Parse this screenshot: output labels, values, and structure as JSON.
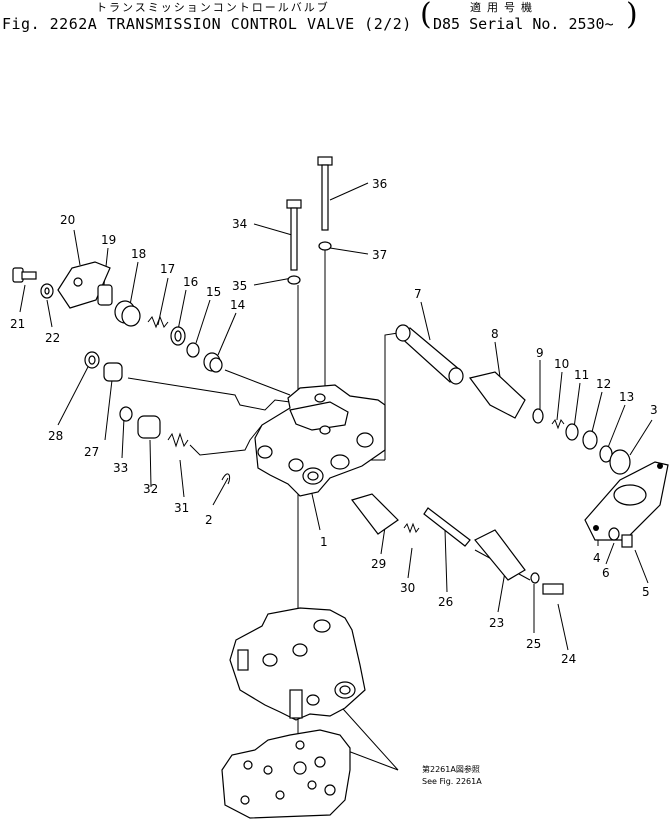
{
  "header": {
    "title_jp": "トランスミッションコントロールバルブ",
    "title": "Fig. 2262A TRANSMISSION CONTROL VALVE (2/2)",
    "serial_jp": "適用号機",
    "serial": "D85 Serial No. 2530~"
  },
  "callouts": [
    {
      "id": "1",
      "label": "1"
    },
    {
      "id": "2",
      "label": "2"
    },
    {
      "id": "3",
      "label": "3"
    },
    {
      "id": "4",
      "label": "4"
    },
    {
      "id": "5",
      "label": "5"
    },
    {
      "id": "6",
      "label": "6"
    },
    {
      "id": "7",
      "label": "7"
    },
    {
      "id": "8",
      "label": "8"
    },
    {
      "id": "9",
      "label": "9"
    },
    {
      "id": "10",
      "label": "10"
    },
    {
      "id": "11",
      "label": "11"
    },
    {
      "id": "12",
      "label": "12"
    },
    {
      "id": "13",
      "label": "13"
    },
    {
      "id": "14",
      "label": "14"
    },
    {
      "id": "15",
      "label": "15"
    },
    {
      "id": "16",
      "label": "16"
    },
    {
      "id": "17",
      "label": "17"
    },
    {
      "id": "18",
      "label": "18"
    },
    {
      "id": "19",
      "label": "19"
    },
    {
      "id": "20",
      "label": "20"
    },
    {
      "id": "21",
      "label": "21"
    },
    {
      "id": "22",
      "label": "22"
    },
    {
      "id": "23",
      "label": "23"
    },
    {
      "id": "24",
      "label": "24"
    },
    {
      "id": "25",
      "label": "25"
    },
    {
      "id": "26",
      "label": "26"
    },
    {
      "id": "27",
      "label": "27"
    },
    {
      "id": "28",
      "label": "28"
    },
    {
      "id": "29",
      "label": "29"
    },
    {
      "id": "30",
      "label": "30"
    },
    {
      "id": "31",
      "label": "31"
    },
    {
      "id": "32",
      "label": "32"
    },
    {
      "id": "33",
      "label": "33"
    },
    {
      "id": "34",
      "label": "34"
    },
    {
      "id": "35",
      "label": "35"
    },
    {
      "id": "36",
      "label": "36"
    },
    {
      "id": "37",
      "label": "37"
    }
  ],
  "reference": {
    "jp": "第2261A図参照",
    "en": "See Fig. 2261A"
  }
}
